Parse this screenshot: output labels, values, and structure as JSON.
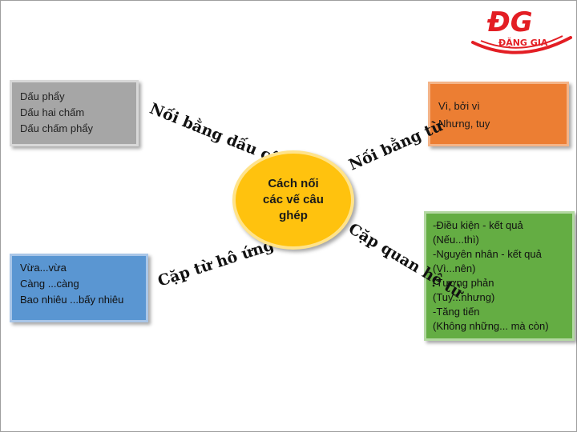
{
  "logo": {
    "mark": "ĐG",
    "name": "ĐẶNG GIA",
    "color": "#e31e24"
  },
  "center": {
    "lines": [
      "Cách nối",
      "các vế câu",
      "ghép"
    ],
    "color": "#ffc20e"
  },
  "branches": {
    "top_left": {
      "label": "Nối bằng dấu câu",
      "color": "#a6a6a6",
      "items": [
        "Dấu phẩy",
        "Dấu hai chấm",
        "Dấu chấm phẩy"
      ]
    },
    "top_right": {
      "label": "Nối bằng từ",
      "color": "#ec7e33",
      "items": [
        "Vì, bởi vì",
        "Nhưng, tuy"
      ]
    },
    "bottom_left": {
      "label": "Cặp từ hô ứng",
      "color": "#5a96d2",
      "items": [
        "Vừa...vừa",
        "Càng ...càng",
        "Bao nhiêu ...bấy nhiêu"
      ]
    },
    "bottom_right": {
      "label": "Cặp quan hệ từ",
      "color": "#64ad43",
      "items": [
        "-Điều kiện - kết quả",
        "(Nếu...thì)",
        "-Nguyên nhân - kết quả",
        "(Vì...nên)",
        "-Tương phản",
        "(Tuy...nhưng)",
        "-Tăng tiến",
        "(Không những... mà còn)"
      ]
    }
  }
}
